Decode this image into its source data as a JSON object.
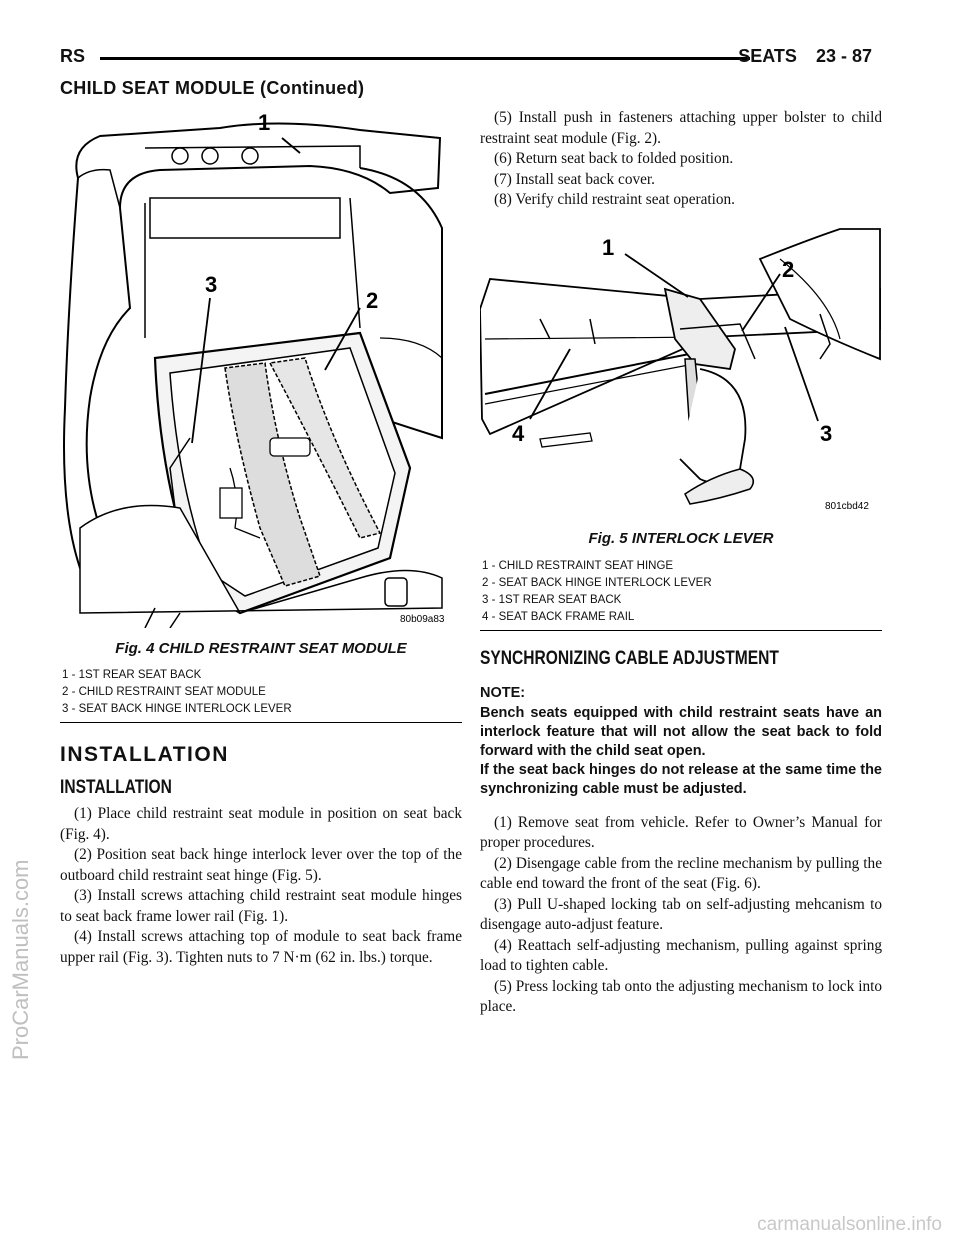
{
  "header": {
    "left": "RS",
    "section": "SEATS",
    "page": "23 - 87"
  },
  "continued_title": "CHILD SEAT MODULE (Continued)",
  "fig4": {
    "callouts": [
      "1",
      "2",
      "3"
    ],
    "code": "80b09a83",
    "title": "Fig. 4 CHILD RESTRAINT SEAT MODULE",
    "legend": [
      "1 - 1ST REAR SEAT BACK",
      "2 - CHILD RESTRAINT SEAT MODULE",
      "3 - SEAT BACK HINGE INTERLOCK LEVER"
    ]
  },
  "installation": {
    "heading": "INSTALLATION",
    "subheading": "INSTALLATION",
    "steps": [
      "(1) Place child restraint seat module in position on seat back (Fig. 4).",
      "(2) Position seat back hinge interlock lever over the top of the outboard child restraint seat hinge (Fig. 5).",
      "(3) Install screws attaching child restraint seat module hinges to seat back frame lower rail (Fig. 1).",
      "(4) Install screws attaching top of module to seat back frame upper rail (Fig. 3). Tighten nuts to 7 N·m (62 in. lbs.) torque.",
      "(5) Install push in fasteners attaching upper bolster to child restraint seat module (Fig. 2).",
      "(6) Return seat back to folded position.",
      "(7) Install seat back cover.",
      "(8) Verify child restraint seat operation."
    ]
  },
  "fig5": {
    "callouts": [
      "1",
      "2",
      "3",
      "4"
    ],
    "code": "801cbd42",
    "title": "Fig. 5 INTERLOCK LEVER",
    "legend": [
      "1 - CHILD RESTRAINT SEAT HINGE",
      "2 - SEAT BACK HINGE INTERLOCK LEVER",
      "3 - 1ST REAR SEAT BACK",
      "4 - SEAT BACK FRAME RAIL"
    ]
  },
  "sync": {
    "heading": "SYNCHRONIZING CABLE ADJUSTMENT",
    "note_label": "NOTE:",
    "note_1": "Bench seats equipped with child restraint seats have an interlock feature that will not allow the seat back to fold forward with the child seat open.",
    "note_2": "If the seat back hinges do not release at the same time the synchronizing cable must be adjusted.",
    "steps": [
      "(1) Remove seat from vehicle. Refer to Owner’s Manual for proper procedures.",
      "(2) Disengage cable from the recline mechanism by pulling the cable end toward the front of the seat (Fig. 6).",
      "(3) Pull U-shaped locking tab on self-adjusting mehcanism to disengage auto-adjust feature.",
      "(4) Reattach self-adjusting mechanism, pulling against spring load to tighten cable.",
      "(5) Press locking tab onto the adjusting mechanism to lock into place."
    ]
  },
  "watermarks": {
    "vertical": "ProCarManuals.com",
    "bottom": "carmanualsonline.info"
  }
}
